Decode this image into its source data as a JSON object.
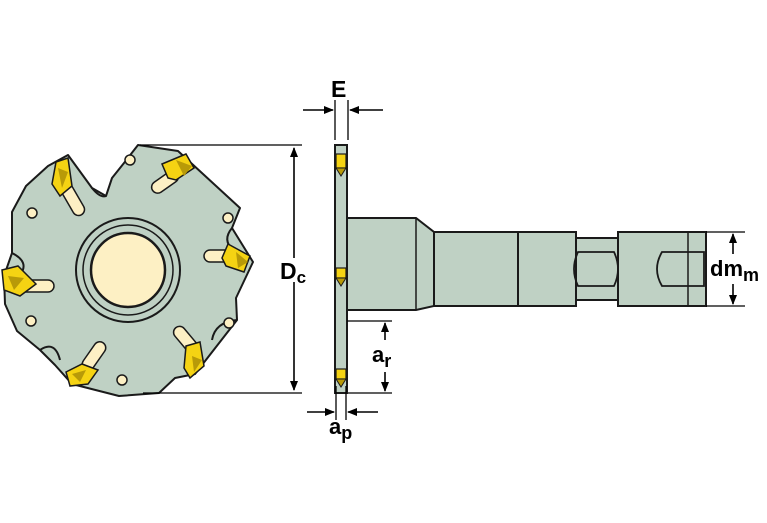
{
  "labels": {
    "E": "E",
    "Dc_main": "D",
    "Dc_sub": "c",
    "dm_main": "dm",
    "dm_sub": "m",
    "ar_main": "a",
    "ar_sub": "r",
    "ap_main": "a",
    "ap_sub": "p"
  },
  "colors": {
    "body": "#bfd1c4",
    "hub": "#fdf0c4",
    "insert": "#f5d313",
    "insert_dark": "#b89a08",
    "outline": "#1a1a1a"
  }
}
